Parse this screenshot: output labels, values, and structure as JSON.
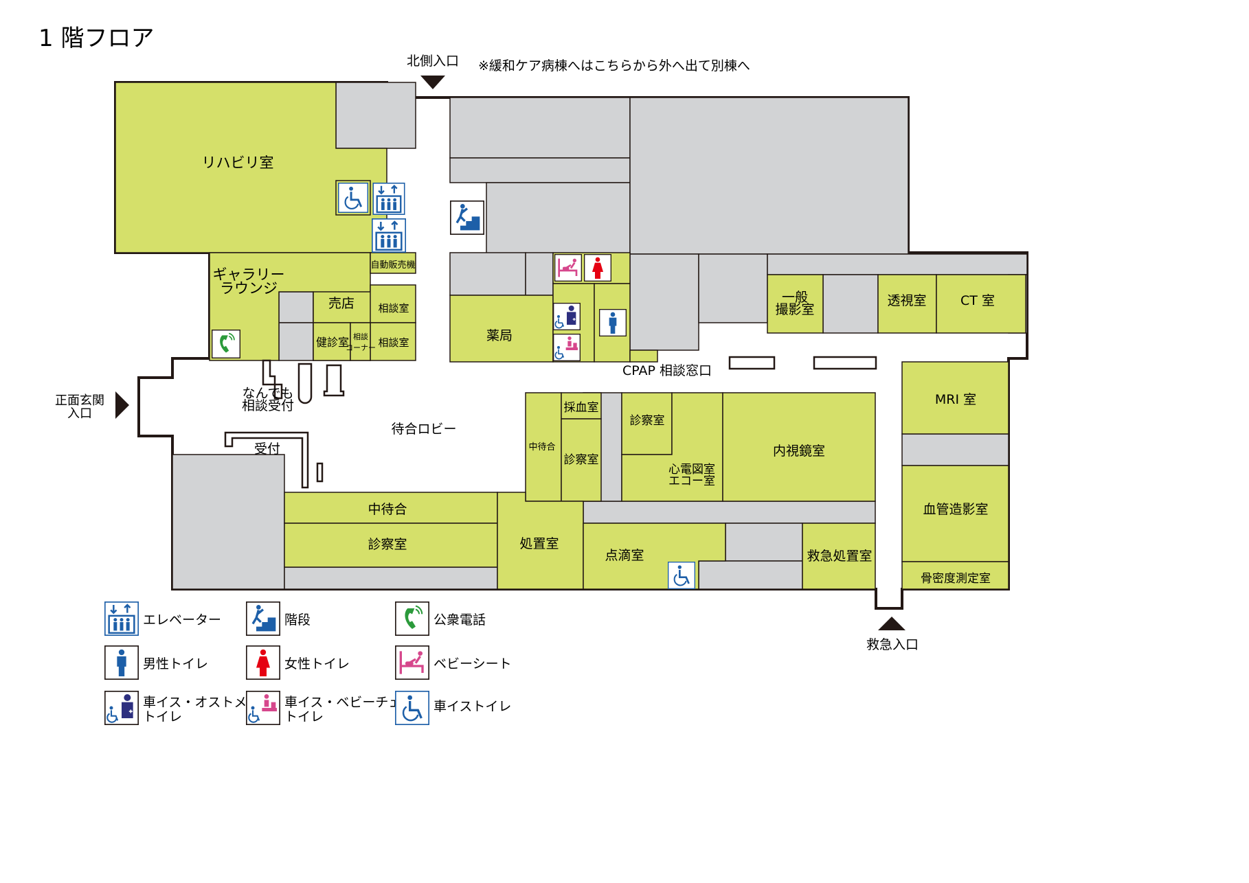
{
  "title": "1 階フロア",
  "entrances": {
    "north": "北側入口",
    "north_note": "※緩和ケア病棟へはこちらから外へ出て別棟へ",
    "front_1": "正面玄関",
    "front_2": "入口",
    "emergency": "救急入口"
  },
  "rooms": {
    "rehab": "リハビリ室",
    "gallery_1": "ギャラリー",
    "gallery_2": "ラウンジ",
    "shop": "売店",
    "vending": "自動販売機",
    "consult_1": "相談室",
    "consult_2": "相談室",
    "checkup": "健診室",
    "consult_corner_1": "相談",
    "consult_corner_2": "コーナー",
    "pharmacy": "薬局",
    "general_xray_1": "一般",
    "general_xray_2": "撮影室",
    "fluoro": "透視室",
    "ct": "CT 室",
    "cpap": "CPAP 相談窓口",
    "anything_desk_1": "なんでも",
    "anything_desk_2": "相談受付",
    "reception": "受付",
    "lobby": "待合ロビー",
    "blood_draw": "採血室",
    "inner_wait_small": "中待合",
    "exam_small": "診察室",
    "exam_top": "診察室",
    "ecg_1": "心電図室",
    "ecg_2": "エコー室",
    "endoscopy": "内視鏡室",
    "mri": "MRI 室",
    "angio": "血管造影室",
    "bone_density": "骨密度測定室",
    "inner_wait": "中待合",
    "exam_main": "診察室",
    "treatment": "処置室",
    "infusion": "点滴室",
    "emergency_treatment": "救急処置室"
  },
  "legend": [
    {
      "icon": "elevator-icon",
      "label": "エレベーター"
    },
    {
      "icon": "stairs-icon",
      "label": "階段"
    },
    {
      "icon": "public-phone-icon",
      "label": "公衆電話"
    },
    {
      "icon": "mens-toilet-icon",
      "label": "男性トイレ"
    },
    {
      "icon": "womens-toilet-icon",
      "label": "女性トイレ"
    },
    {
      "icon": "baby-sheet-icon",
      "label": "ベビーシート"
    },
    {
      "icon": "ostomate-toilet-icon",
      "label": "車イス・オストメイト",
      "label2": "トイレ"
    },
    {
      "icon": "baby-chair-toilet-icon",
      "label": "車イス・ベビーチェアー",
      "label2": "トイレ"
    },
    {
      "icon": "wheelchair-toilet-icon",
      "label": "車イストイレ"
    }
  ],
  "colors": {
    "room": "#d5e06a",
    "service": "#d2d3d5",
    "wall": "#231815",
    "icon_blue": "#1d5fa8",
    "icon_red": "#e50012",
    "icon_pink": "#d6478c",
    "icon_green": "#2b9a3b",
    "icon_navy": "#2d2f7f"
  }
}
